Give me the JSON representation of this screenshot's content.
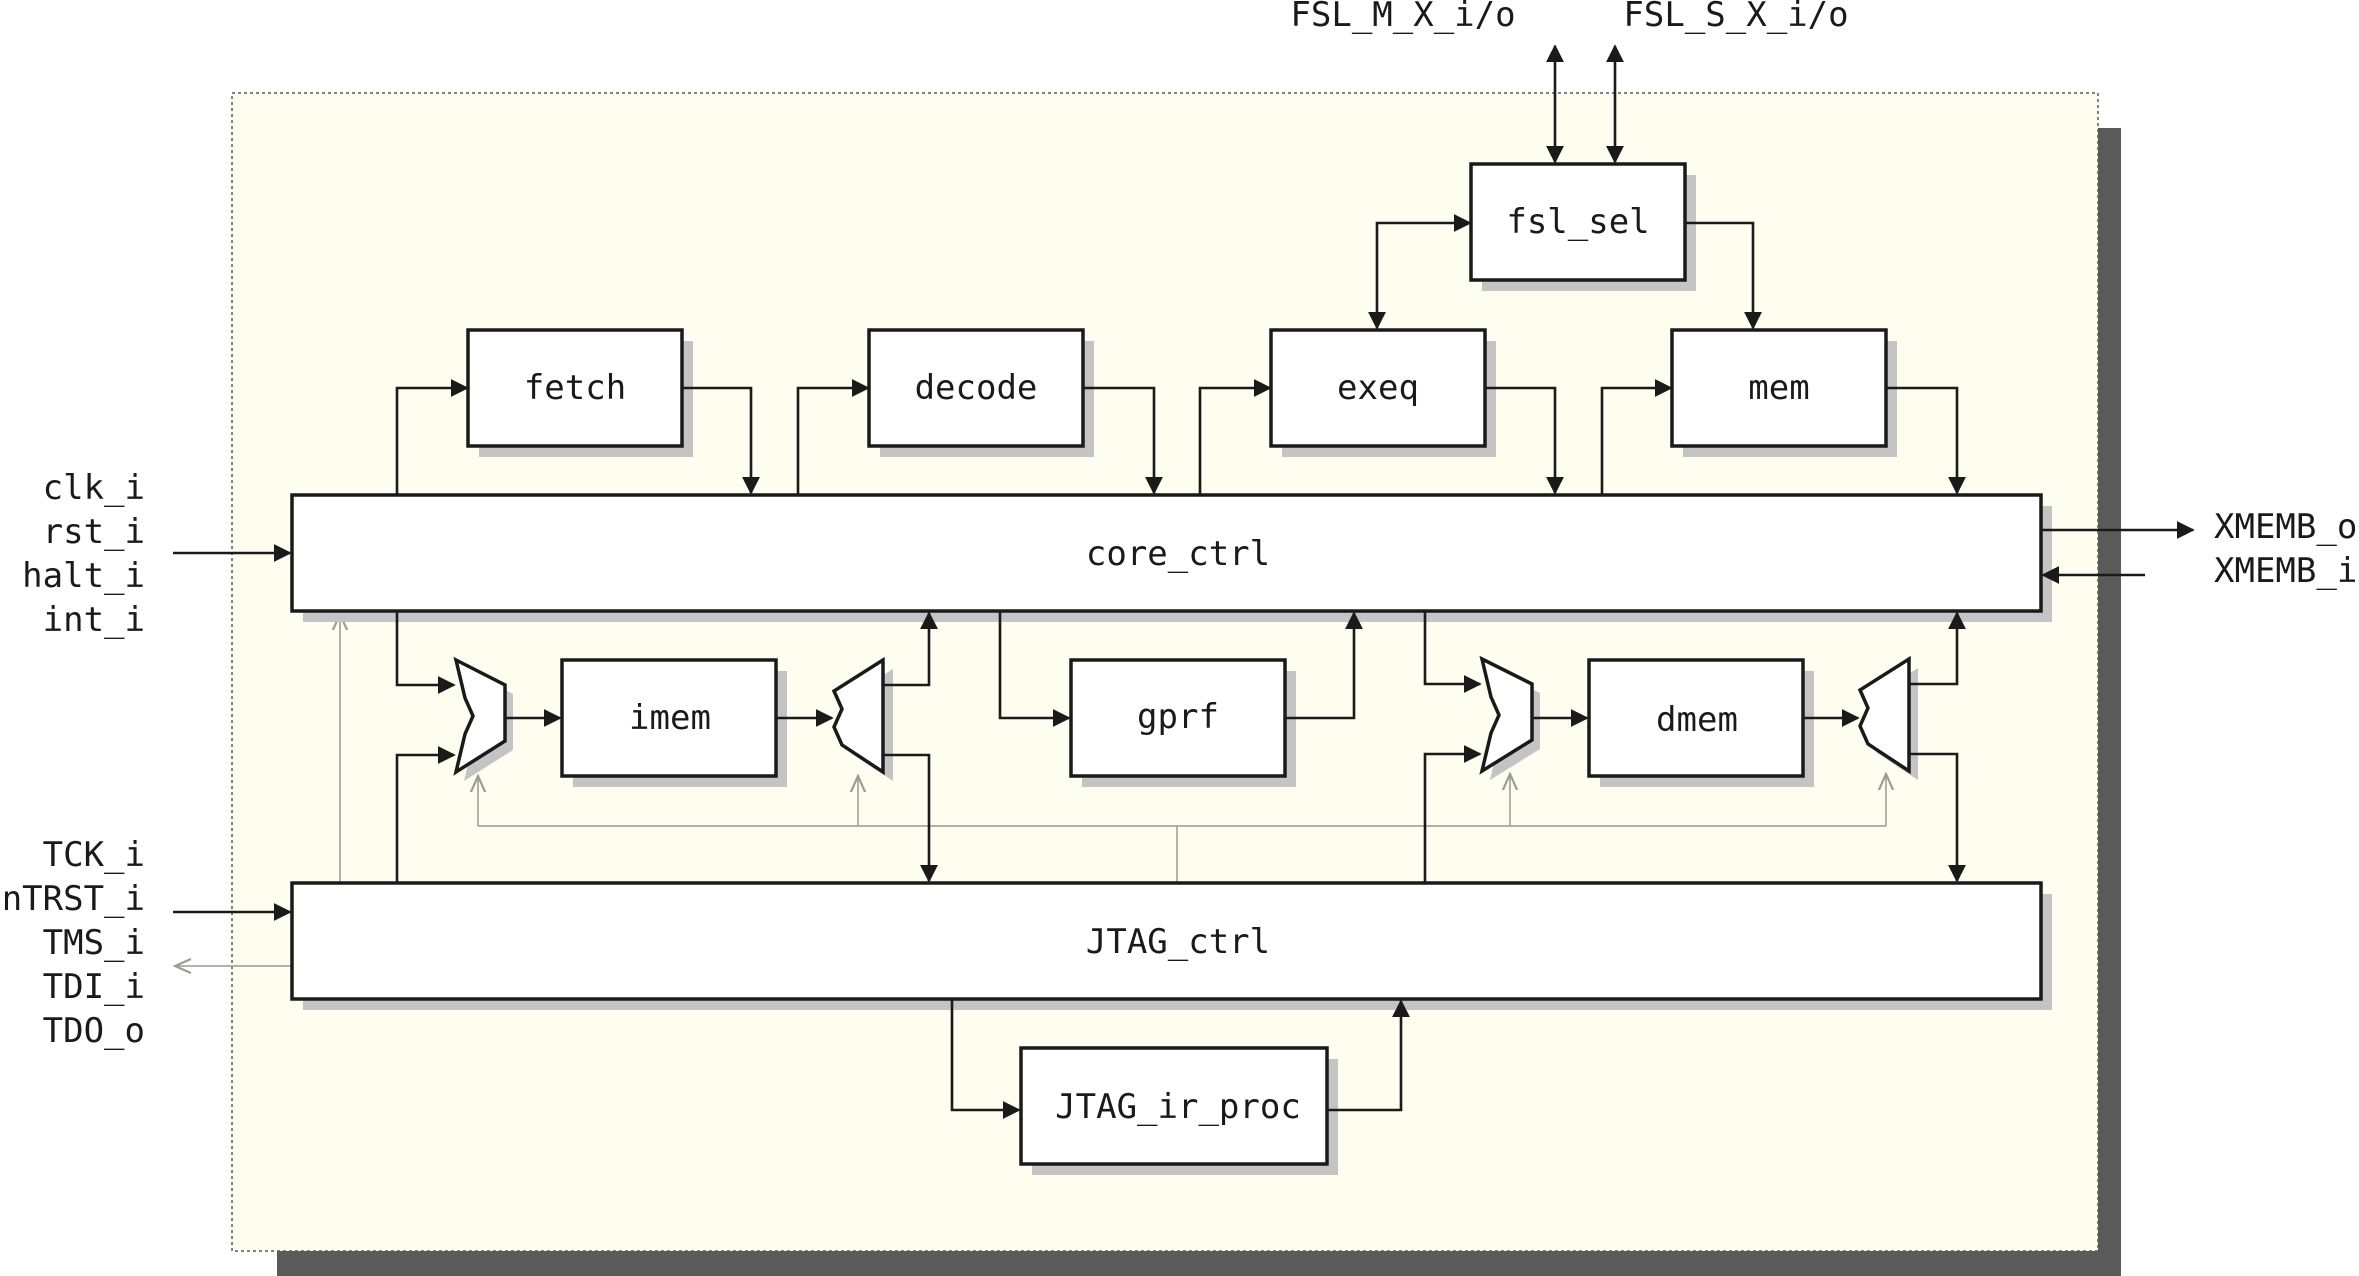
{
  "diagram": {
    "blocks": {
      "fetch": "fetch",
      "decode": "decode",
      "exeq": "exeq",
      "mem": "mem",
      "fsl_sel": "fsl_sel",
      "core_ctrl": "core_ctrl",
      "imem": "imem",
      "gprf": "gprf",
      "dmem": "dmem",
      "jtag_ctrl": "JTAG_ctrl",
      "jtag_ir_proc": "JTAG_ir_proc"
    },
    "ports": {
      "top": [
        "FSL_M_X_i/o",
        "FSL_S_X_i/o"
      ],
      "left_core": [
        "clk_i",
        "rst_i",
        "halt_i",
        "int_i"
      ],
      "left_jtag": [
        "TCK_i",
        "nTRST_i",
        "TMS_i",
        "TDI_i",
        "TDO_o"
      ],
      "right": [
        "XMEMB_o",
        "XMEMB_i"
      ]
    },
    "colors": {
      "background": "#fdfdf0",
      "line": "#1a1a1a",
      "thin_line": "#9a9a96",
      "shadow": "#5a5a5a",
      "block_shadow": "#c4c4c4"
    }
  }
}
